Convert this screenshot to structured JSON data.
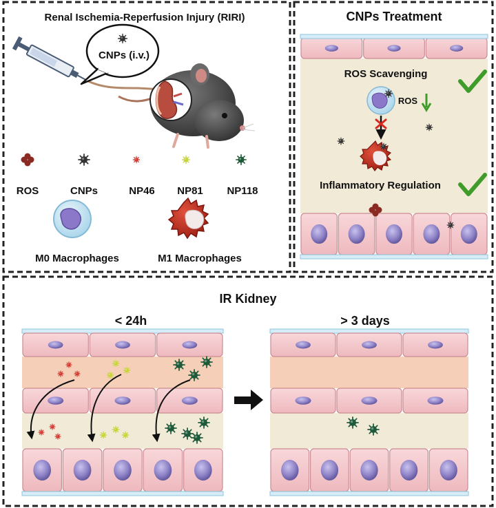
{
  "panels": {
    "riri": {
      "title": "Renal Ischemia-Reperfusion Injury (RIRI)",
      "injection_label": "CNPs (i.v.)",
      "legend": {
        "ros": "ROS",
        "cnps": "CNPs",
        "np46": "NP46",
        "np81": "NP81",
        "np118": "NP118",
        "m0": "M0 Macrophages",
        "m1": "M1 Macrophages"
      }
    },
    "treatment": {
      "title": "CNPs Treatment",
      "ros_scavenging": "ROS Scavenging",
      "ros_small": "ROS",
      "inflammatory": "Inflammatory Regulation"
    },
    "ir_kidney": {
      "title": "IR Kidney",
      "early": "< 24h",
      "late": "> 3 days"
    }
  },
  "colors": {
    "ros": "#8a2a22",
    "cnp": "#333333",
    "np46": "#d23a32",
    "np81": "#c8d43a",
    "np118": "#1e5a3a",
    "cell": "#f4c8cc",
    "nucleus": "#8e82c6",
    "check": "#3f9b2a",
    "arrow_green": "#3f9b2a"
  }
}
